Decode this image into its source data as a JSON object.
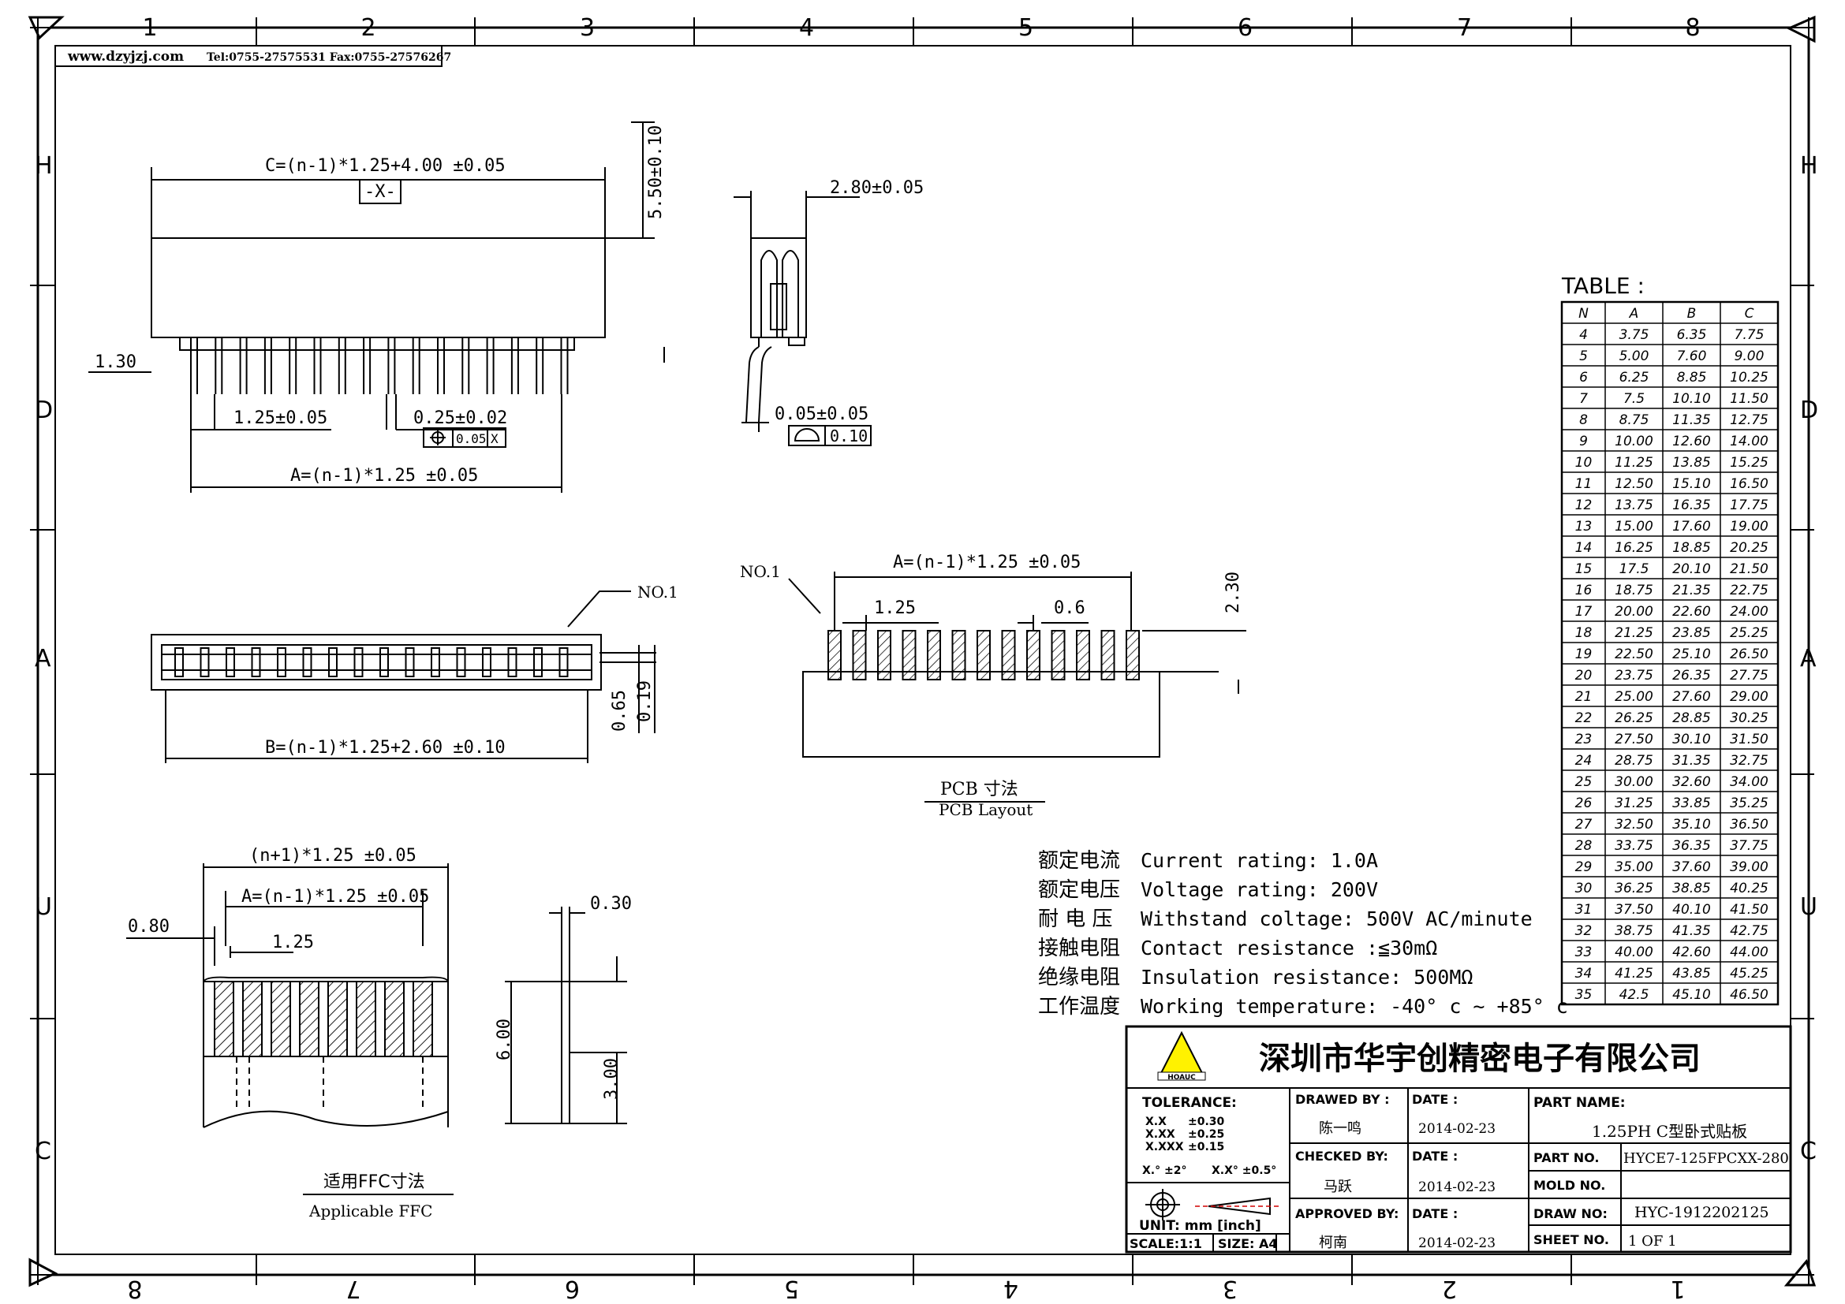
{
  "frame": {
    "top_numbers": [
      "1",
      "2",
      "3",
      "4",
      "5",
      "6",
      "7",
      "8"
    ],
    "bottom_numbers": [
      "8",
      "7",
      "6",
      "5",
      "4",
      "3",
      "2",
      "1"
    ],
    "side_letters": [
      "H",
      "D",
      "A",
      "U",
      "C"
    ]
  },
  "header": {
    "website": "www.dzyjzj.com",
    "contact": "Tel:0755-27575531  Fax:0755-27576267"
  },
  "front_view": {
    "dim_c": "C=(n-1)*1.25+4.00 ±0.05",
    "datum": "-X-",
    "dim_height": "5.50±0.10",
    "dim_left": "1.30",
    "dim_pitch": "1.25±0.05",
    "dim_pin": "0.25±0.02",
    "tol_value": "0.05",
    "tol_datum": "X",
    "dim_a": "A=(n-1)*1.25 ±0.05"
  },
  "side_view": {
    "dim_width": "2.80±0.05",
    "dim_thick": "0.05±0.05",
    "flatness": "0.10"
  },
  "top_view": {
    "no1": "NO.1",
    "dim_b": "B=(n-1)*1.25+2.60 ±0.10",
    "dim_065": "0.65",
    "dim_019": "0.19"
  },
  "pcb": {
    "no1": "NO.1",
    "dim_a": "A=(n-1)*1.25 ±0.05",
    "pitch": "1.25",
    "pad": "0.6",
    "length": "2.30",
    "title_cn": "PCB 寸法",
    "title_en": "PCB Layout"
  },
  "ffc": {
    "dim_total": "(n+1)*1.25 ±0.05",
    "dim_a": "A=(n-1)*1.25 ±0.05",
    "dim_080": "0.80",
    "pitch": "1.25",
    "title_cn": "适用FFC寸法",
    "title_en": "Applicable FFC"
  },
  "ffc_side": {
    "thickness": "0.30",
    "length": "6.00",
    "exposed": "3.00"
  },
  "specs": [
    {
      "cn": "额定电流",
      "en": "Current rating: 1.0A"
    },
    {
      "cn": "额定电压",
      "en": "Voltage rating: 200V"
    },
    {
      "cn": "耐 电 压",
      "en": "Withstand coltage: 500V AC/minute"
    },
    {
      "cn": "接触电阻",
      "en": "Contact resistance :≦30mΩ"
    },
    {
      "cn": "绝缘电阻",
      "en": "Insulation resistance: 500MΩ"
    },
    {
      "cn": "工作温度",
      "en": "Working temperature: -40° c ~ +85° c"
    }
  ],
  "table": {
    "title": "TABLE :",
    "headers": [
      "N",
      "A",
      "B",
      "C"
    ],
    "rows": [
      [
        "4",
        "3.75",
        "6.35",
        "7.75"
      ],
      [
        "5",
        "5.00",
        "7.60",
        "9.00"
      ],
      [
        "6",
        "6.25",
        "8.85",
        "10.25"
      ],
      [
        "7",
        "7.5",
        "10.10",
        "11.50"
      ],
      [
        "8",
        "8.75",
        "11.35",
        "12.75"
      ],
      [
        "9",
        "10.00",
        "12.60",
        "14.00"
      ],
      [
        "10",
        "11.25",
        "13.85",
        "15.25"
      ],
      [
        "11",
        "12.50",
        "15.10",
        "16.50"
      ],
      [
        "12",
        "13.75",
        "16.35",
        "17.75"
      ],
      [
        "13",
        "15.00",
        "17.60",
        "19.00"
      ],
      [
        "14",
        "16.25",
        "18.85",
        "20.25"
      ],
      [
        "15",
        "17.5",
        "20.10",
        "21.50"
      ],
      [
        "16",
        "18.75",
        "21.35",
        "22.75"
      ],
      [
        "17",
        "20.00",
        "22.60",
        "24.00"
      ],
      [
        "18",
        "21.25",
        "23.85",
        "25.25"
      ],
      [
        "19",
        "22.50",
        "25.10",
        "26.50"
      ],
      [
        "20",
        "23.75",
        "26.35",
        "27.75"
      ],
      [
        "21",
        "25.00",
        "27.60",
        "29.00"
      ],
      [
        "22",
        "26.25",
        "28.85",
        "30.25"
      ],
      [
        "23",
        "27.50",
        "30.10",
        "31.50"
      ],
      [
        "24",
        "28.75",
        "31.35",
        "32.75"
      ],
      [
        "25",
        "30.00",
        "32.60",
        "34.00"
      ],
      [
        "26",
        "31.25",
        "33.85",
        "35.25"
      ],
      [
        "27",
        "32.50",
        "35.10",
        "36.50"
      ],
      [
        "28",
        "33.75",
        "36.35",
        "37.75"
      ],
      [
        "29",
        "35.00",
        "37.60",
        "39.00"
      ],
      [
        "30",
        "36.25",
        "38.85",
        "40.25"
      ],
      [
        "31",
        "37.50",
        "40.10",
        "41.50"
      ],
      [
        "32",
        "38.75",
        "41.35",
        "42.75"
      ],
      [
        "33",
        "40.00",
        "42.60",
        "44.00"
      ],
      [
        "34",
        "41.25",
        "43.85",
        "45.25"
      ],
      [
        "35",
        "42.5",
        "45.10",
        "46.50"
      ]
    ]
  },
  "title_block": {
    "company": "深圳市华宇创精密电子有限公司",
    "logo_text": "HOAUC",
    "tolerance_label": "TOLERANCE:",
    "tol_x": "X.X",
    "tol_x_v": "±0.30",
    "tol_xx": "X.XX",
    "tol_xx_v": "±0.25",
    "tol_xxx": "X.XXX",
    "tol_xxx_v": "±0.15",
    "tol_ang1": "X.° ±2°",
    "tol_ang2": "X.X° ±0.5°",
    "unit": "UNIT:  mm  [inch]",
    "scale": "SCALE:1:1",
    "size": "SIZE: A4",
    "drawed_label": "DRAWED BY :",
    "drawed": "陈一鸣",
    "checked_label": "CHECKED BY:",
    "checked": "马跃",
    "approved_label": "APPROVED BY:",
    "approved": "柯南",
    "date_label": "DATE :",
    "date1": "2014-02-23",
    "date2": "2014-02-23",
    "date3": "2014-02-23",
    "part_name_label": "PART NAME:",
    "part_name": "1.25PH C型卧式贴板",
    "part_no_label": "PART NO.",
    "part_no": "HYCE7-125FPCXX-280",
    "mold_no_label": "MOLD NO.",
    "mold_no": "",
    "draw_no_label": "DRAW NO:",
    "draw_no": "HYC-1912202125",
    "sheet_label": "SHEET NO.",
    "sheet": "1 OF 1"
  }
}
